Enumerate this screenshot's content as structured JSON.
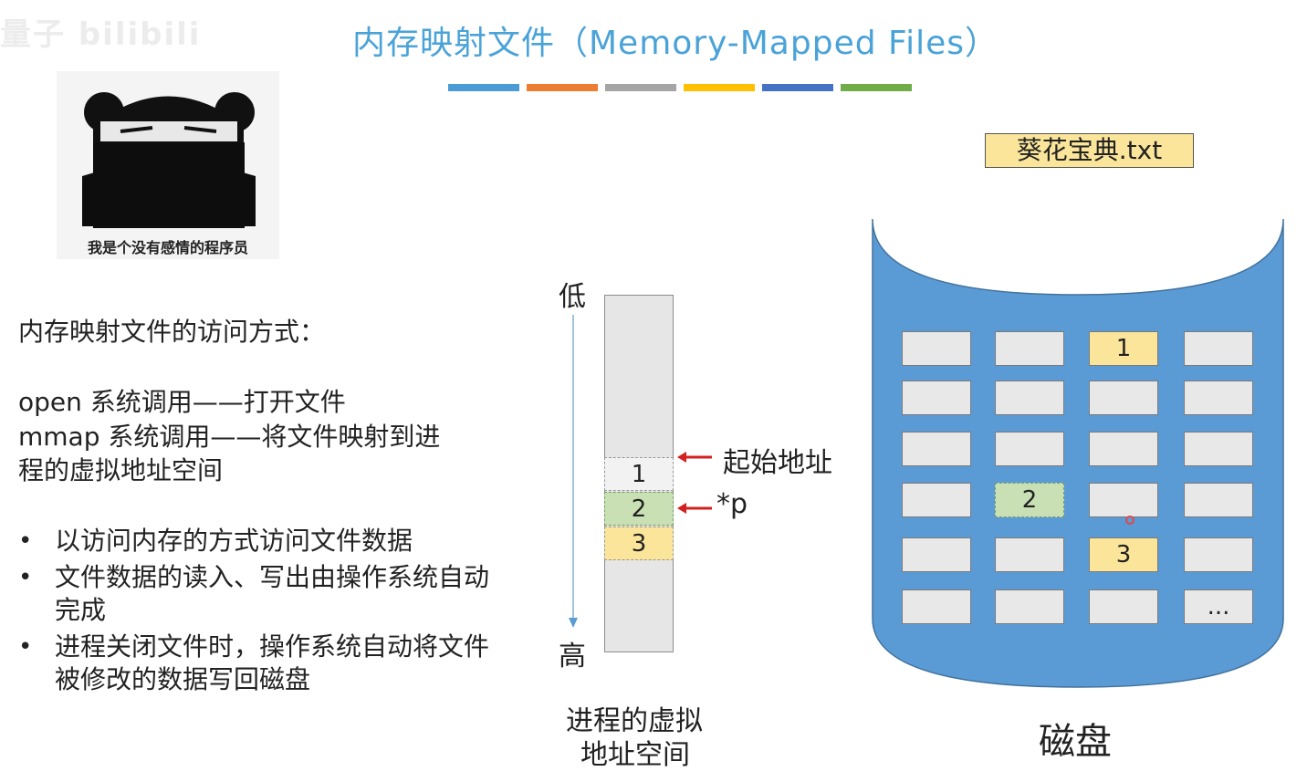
{
  "title": "内存映射文件（Memory-Mapped Files）",
  "title_color": "#4aa3d8",
  "watermark": "量子 bilibili",
  "color_bar": [
    "#4a9bd6",
    "#ed7d31",
    "#a5a5a5",
    "#ffc000",
    "#4472c4",
    "#70ad47"
  ],
  "avatar": {
    "caption": "我是个没有感情的程序员",
    "icon": "masked-face-meme"
  },
  "left_text": {
    "heading": "内存映射文件的访问方式：",
    "line1": "open 系统调用——打开文件",
    "line2a": "mmap 系统调用——将文件映射到进",
    "line2b": "程的虚拟地址空间",
    "bullets": [
      "以访问内存的方式访问文件数据",
      "文件数据的读入、写出由操作系统自动完成",
      "进程关闭文件时，操作系统自动将文件被修改的数据写回磁盘"
    ]
  },
  "virtual_space": {
    "low_label": "低",
    "high_label": "高",
    "caption_line1": "进程的虚拟",
    "caption_line2": "地址空间",
    "cells": [
      "1",
      "2",
      "3"
    ],
    "start_label": "起始地址",
    "pointer_label": "*p"
  },
  "disk": {
    "file_name": "葵花宝典.txt",
    "label": "磁盘",
    "rows": [
      [
        "",
        "",
        "1",
        ""
      ],
      [
        "",
        "",
        "",
        ""
      ],
      [
        "",
        "",
        "",
        ""
      ],
      [
        "",
        "2",
        "",
        ""
      ],
      [
        "",
        "",
        "3",
        ""
      ],
      [
        "",
        "",
        "",
        "..."
      ]
    ],
    "highlight": {
      "1": "yellow",
      "2": "green",
      "3": "yellow"
    },
    "disk_color": "#5b9bd5"
  }
}
